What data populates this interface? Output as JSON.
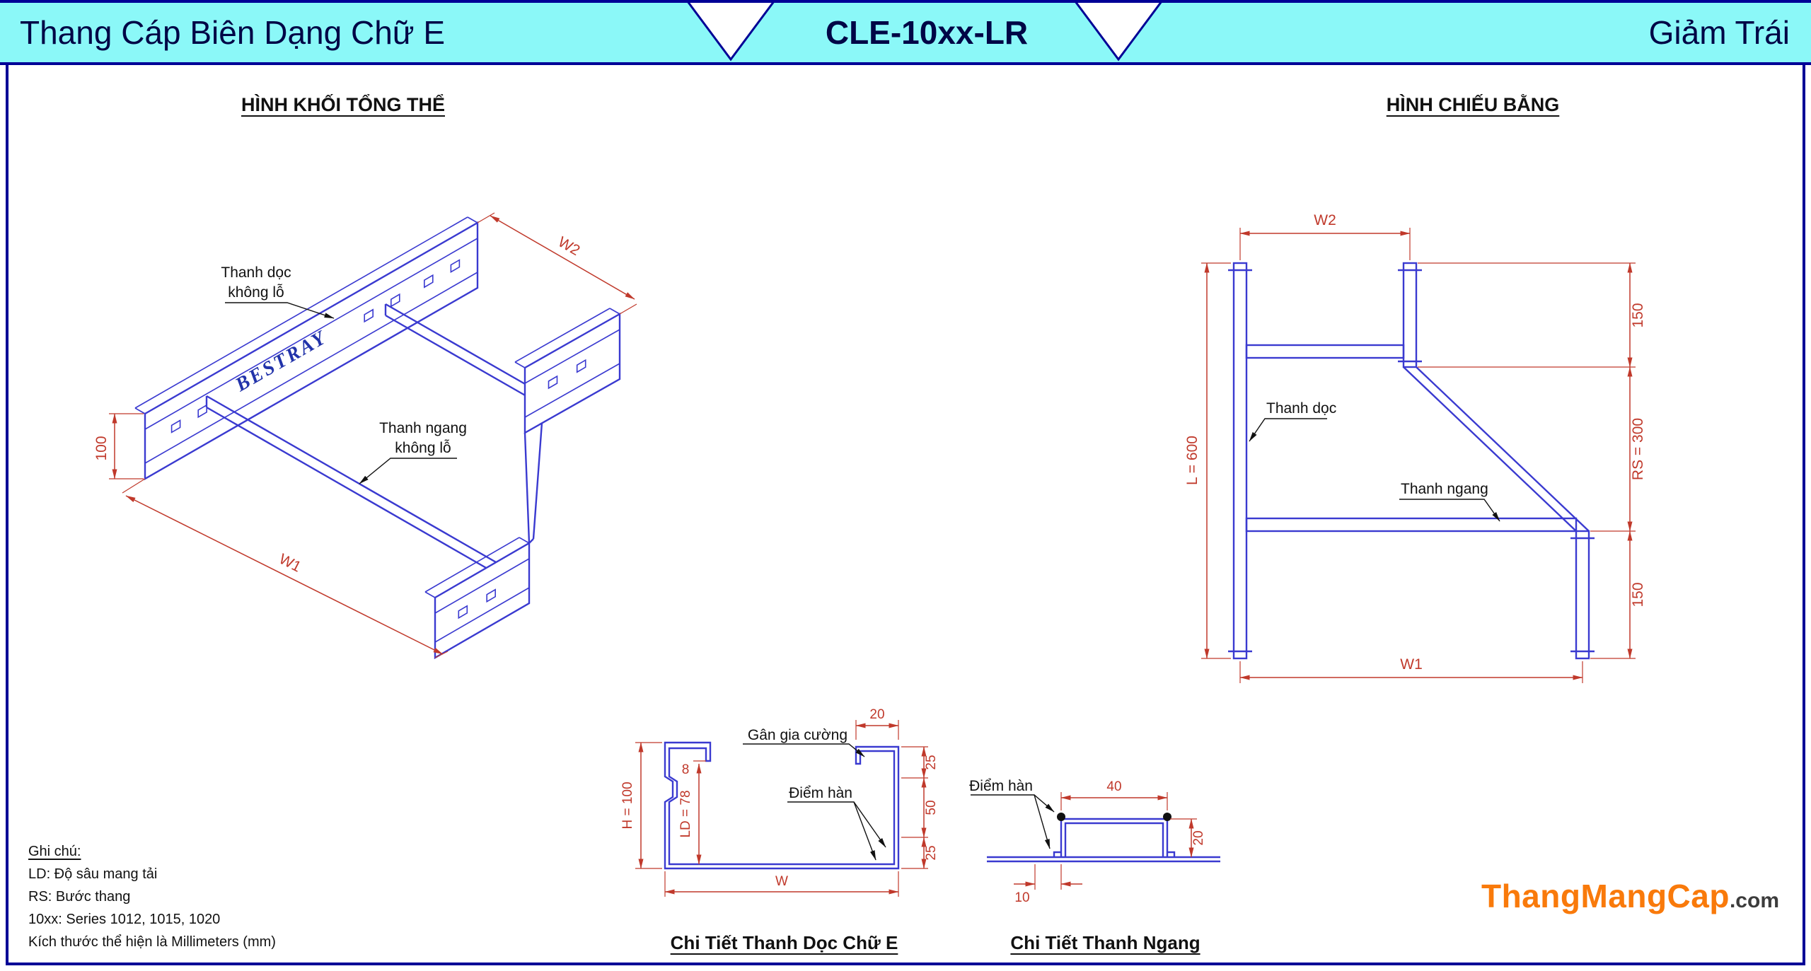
{
  "header": {
    "left_title": "Thang Cáp Biên Dạng Chữ E",
    "center_code": "CLE-10xx-LR",
    "right_title": "Giảm Trái"
  },
  "iso_view": {
    "title": "HÌNH KHỐI TỔNG THỂ",
    "brand_stamp": "BESTRAY",
    "label_rail_line1": "Thanh dọc",
    "label_rail_line2": "không lỗ",
    "label_rung_line1": "Thanh ngang",
    "label_rung_line2": "không lỗ",
    "dim_w2": "W2",
    "dim_w1": "W1",
    "dim_h": "100"
  },
  "plan_view": {
    "title": "HÌNH CHIẾU BẰNG",
    "label_rail": "Thanh dọc",
    "label_rung": "Thanh ngang",
    "dim_w2": "W2",
    "dim_top": "150",
    "dim_rs": "RS = 300",
    "dim_bottom": "150",
    "dim_length": "L = 600",
    "dim_w1": "W1"
  },
  "rail_detail": {
    "title": "Chi Tiết Thanh Dọc Chữ E",
    "label_rib": "Gân gia cường",
    "label_weld": "Điểm hàn",
    "dim_h": "H = 100",
    "dim_ld": "LD = 78",
    "dim_rib": "8",
    "dim_w": "W",
    "dim_lip": "20",
    "dim_s1": "25",
    "dim_s2": "50",
    "dim_s3": "25"
  },
  "rung_detail": {
    "title": "Chi Tiết Thanh Ngang",
    "label_weld": "Điểm hàn",
    "dim_width": "40",
    "dim_height": "20",
    "dim_offset": "10"
  },
  "notes": {
    "heading": "Ghi chú:",
    "lines": [
      "LD: Độ sâu mang tải",
      "RS: Bước thang",
      "10xx: Series 1012, 1015, 1020",
      "Kích thước thể hiện là Millimeters (mm)"
    ]
  },
  "footer_logo": {
    "brand": "ThangMangCap",
    "tld": ".com"
  },
  "colors": {
    "header_bg": "#8BF8F8",
    "frame_border": "#000096",
    "line_blue": "#3A3AD0",
    "dimension_red": "#C0392B",
    "label_black": "#111111",
    "logo_orange": "#F97A0B"
  }
}
